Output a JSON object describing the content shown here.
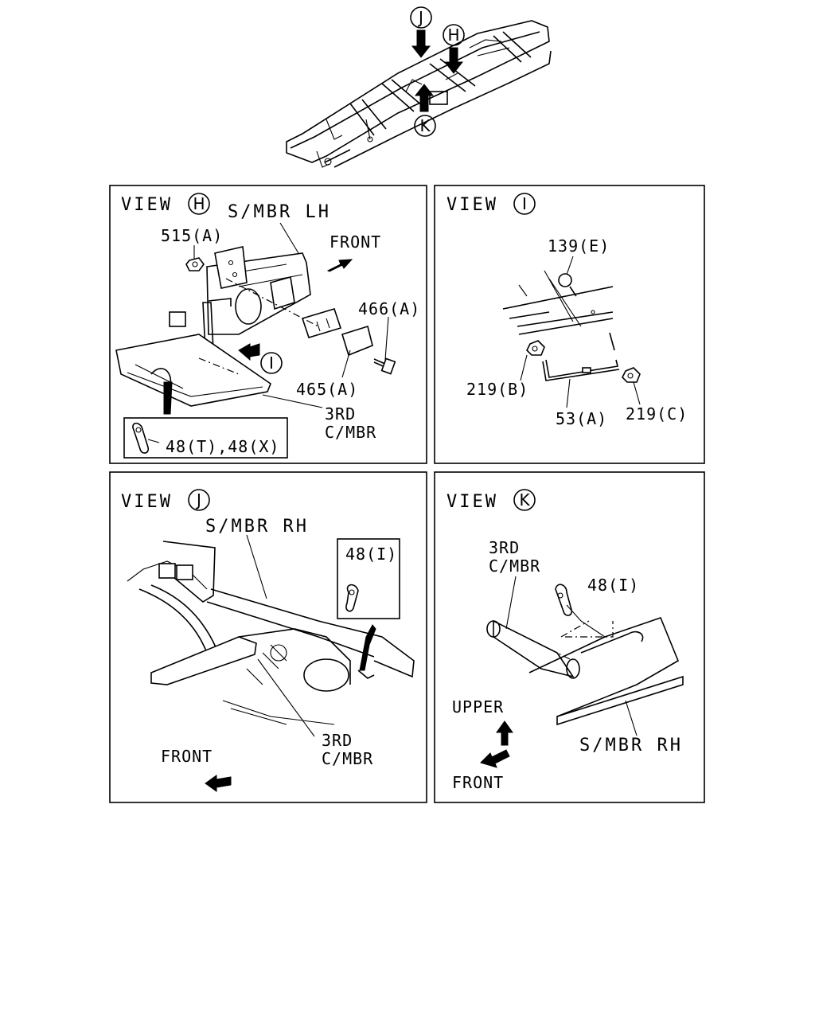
{
  "overview": {
    "markers": [
      "J",
      "H",
      "K"
    ]
  },
  "panels": {
    "view_h": {
      "view_word": "VIEW",
      "view_letter": "H",
      "labels": {
        "side_member": "S/MBR LH",
        "front": "FRONT",
        "p515a": "515(A)",
        "p466a": "466(A)",
        "p465a": "465(A)",
        "third_line1": "3RD",
        "third_line2": "C/MBR",
        "inset": "48(T),48(X)",
        "view_i_marker": "I"
      }
    },
    "view_i": {
      "view_word": "VIEW",
      "view_letter": "I",
      "labels": {
        "p139e": "139(E)",
        "p219b": "219(B)",
        "p53a": "53(A)",
        "p219c": "219(C)"
      }
    },
    "view_j": {
      "view_word": "VIEW",
      "view_letter": "J",
      "labels": {
        "side_member": "S/MBR RH",
        "inset": "48(I)",
        "third_line1": "3RD",
        "third_line2": "C/MBR",
        "front": "FRONT"
      }
    },
    "view_k": {
      "view_word": "VIEW",
      "view_letter": "K",
      "labels": {
        "third_line1": "3RD",
        "third_line2": "C/MBR",
        "p48i": "48(I)",
        "upper": "UPPER",
        "front": "FRONT",
        "side_member": "S/MBR RH"
      }
    }
  }
}
